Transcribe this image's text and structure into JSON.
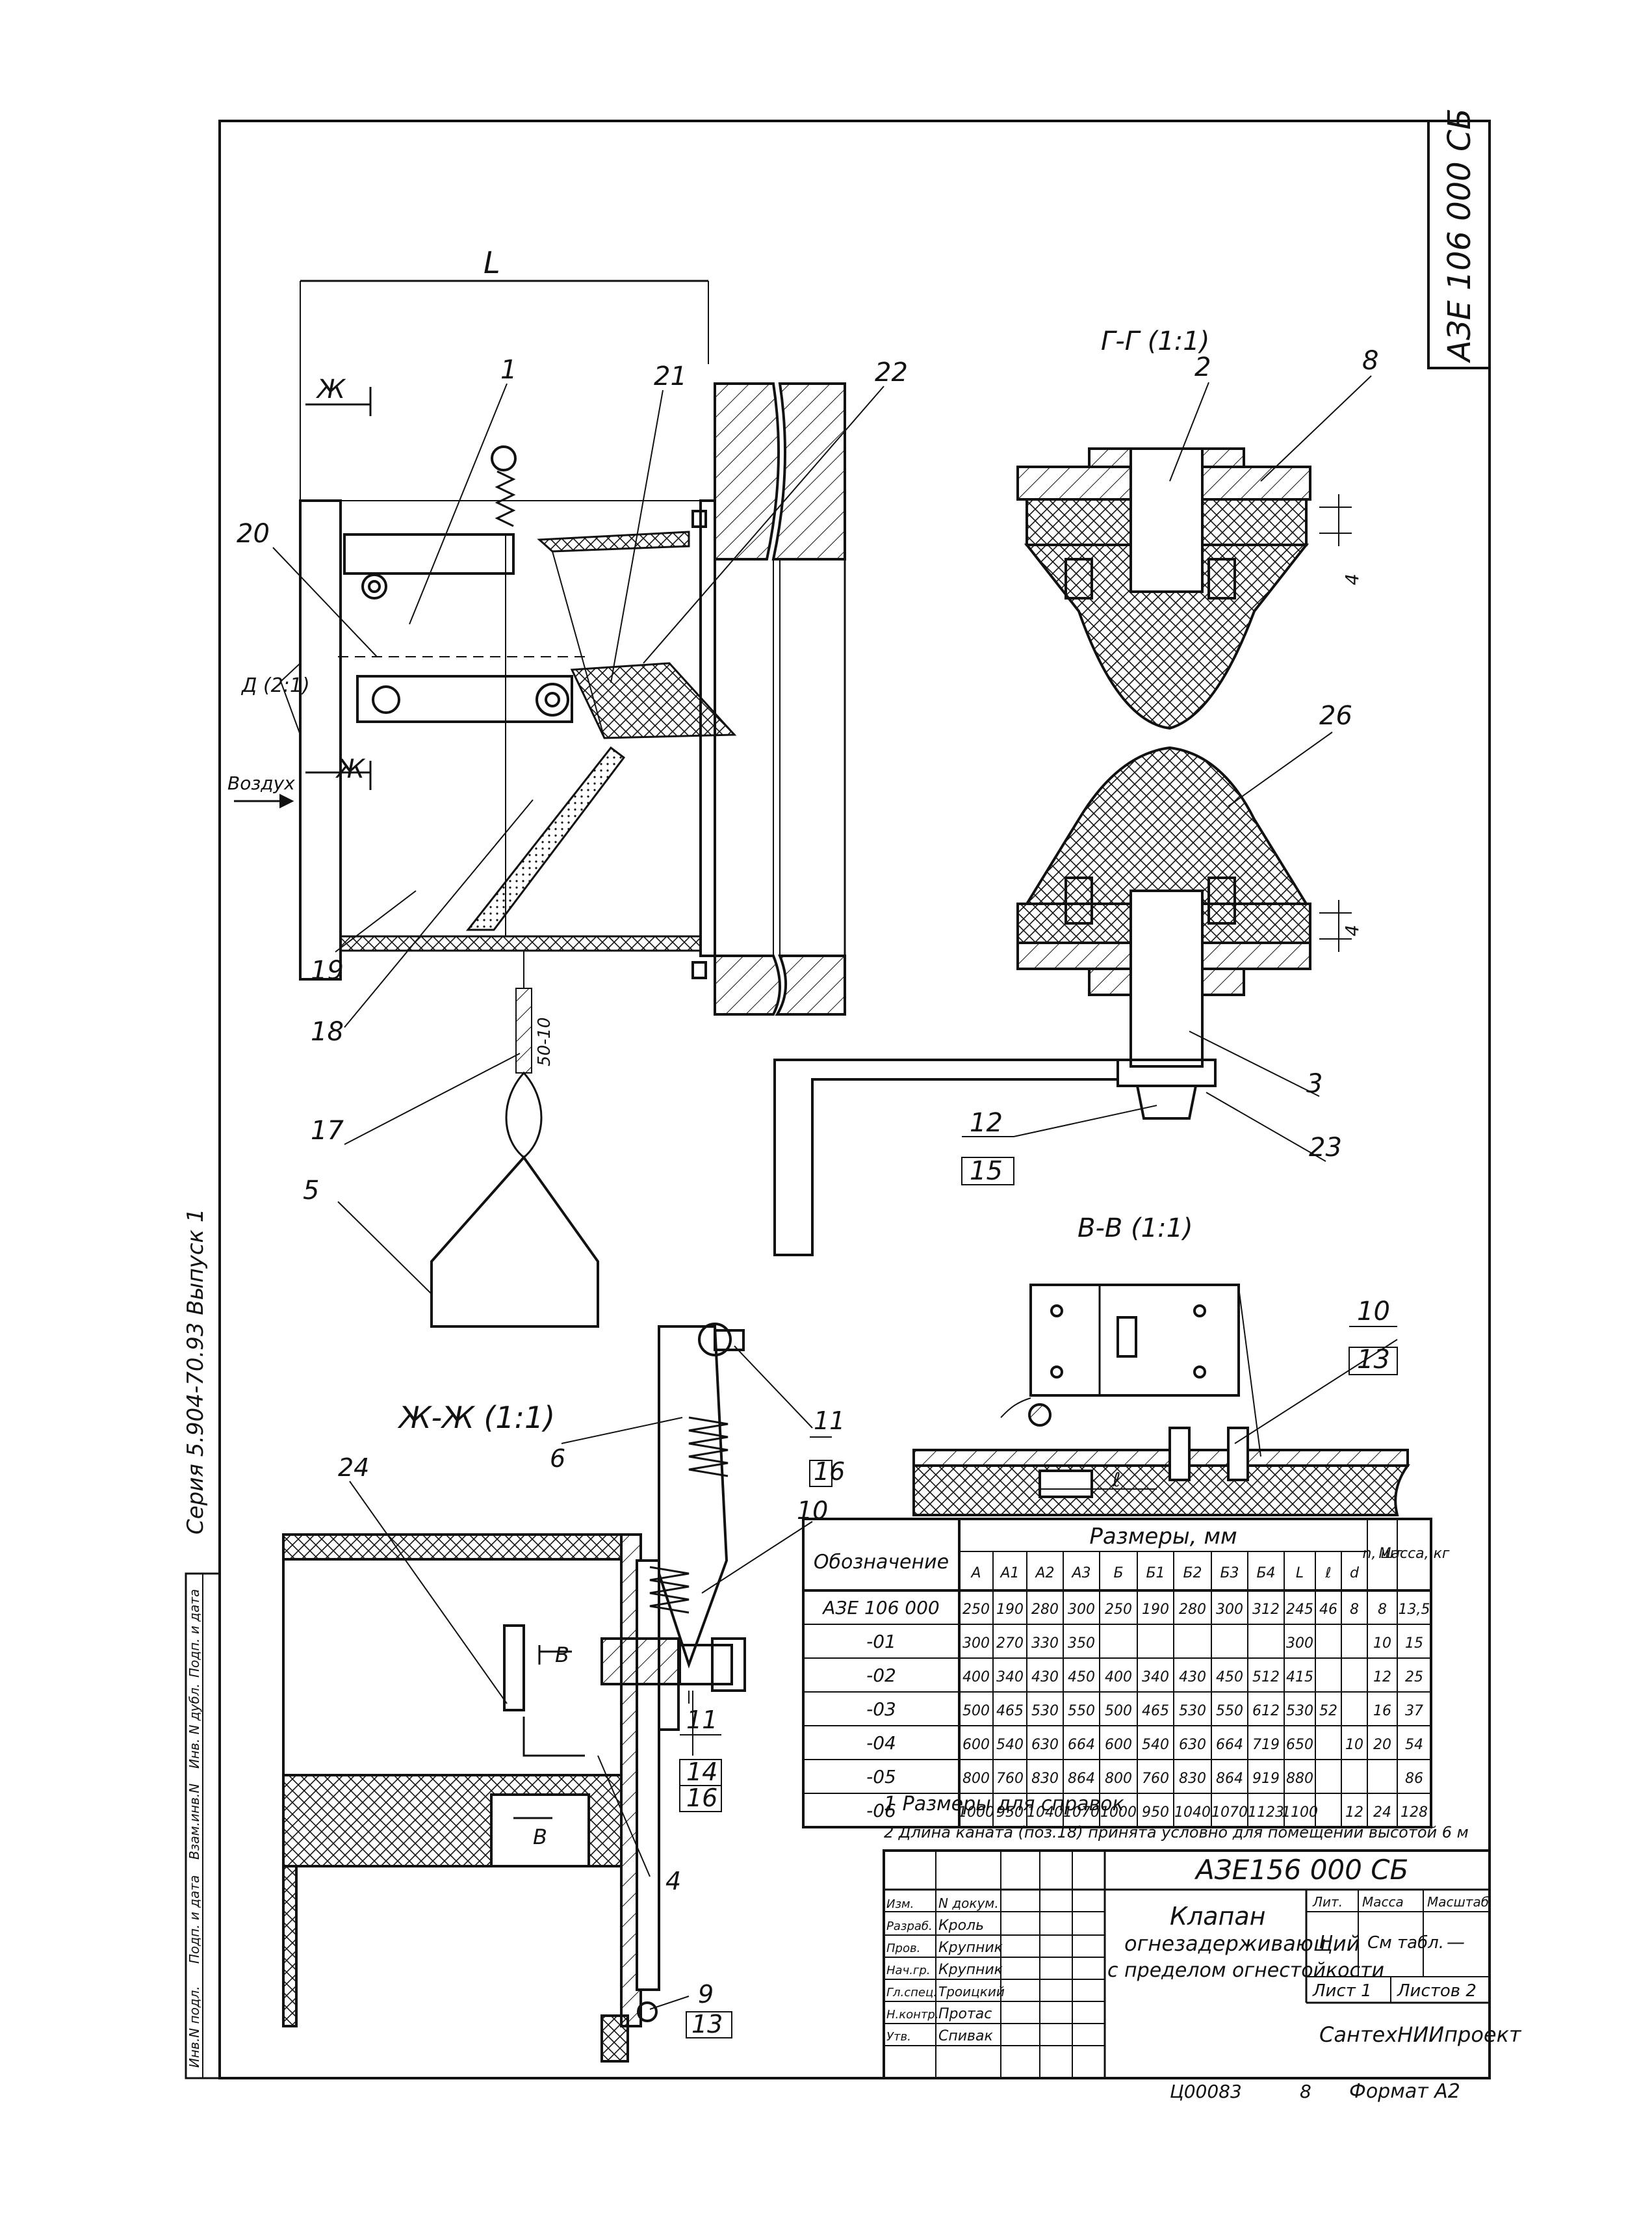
{
  "stamp": {
    "code": "АЗЕ 106 000 СБ"
  },
  "side_strip": {
    "text": "Серия 5.904-70.93  Выпуск 1"
  },
  "left_strip": {
    "labels": [
      "Инв.N подл.",
      "Подп. и дата",
      "Взам.инв.N",
      "Инв. N дубл.",
      "Подп. и дата"
    ]
  },
  "main_view": {
    "dim_L": "L",
    "section_mark": "Ж",
    "view_D": "Д (2:1)",
    "air_label": "Воздух",
    "dim_50_10": "50-10",
    "callouts": [
      "1",
      "20",
      "21",
      "22",
      "19",
      "18",
      "17",
      "5"
    ]
  },
  "view_GG": {
    "title": "Г-Г (1:1)",
    "dim": "4",
    "callouts": [
      "2",
      "8",
      "26",
      "3",
      "23",
      "12",
      "15"
    ]
  },
  "view_VV": {
    "title": "В-В (1:1)",
    "dim": "ℓ",
    "callouts": [
      "10",
      "13"
    ]
  },
  "view_ZhZh": {
    "title": "Ж-Ж (1:1)",
    "marks": [
      "В",
      "В"
    ],
    "callouts": [
      "24",
      "6",
      "11",
      "16",
      "10",
      "11",
      "14",
      "16",
      "4",
      "9",
      "13"
    ]
  },
  "table": {
    "title": "Размеры, мм",
    "col_designation": "Обозначение",
    "columns": [
      "А",
      "А1",
      "А2",
      "А3",
      "Б",
      "Б1",
      "Б2",
      "Б3",
      "Б4",
      "L",
      "ℓ",
      "d",
      "n, шт",
      "Масса, кг"
    ],
    "rows": [
      [
        "АЗЕ 106 000",
        "250",
        "190",
        "280",
        "300",
        "250",
        "190",
        "280",
        "300",
        "312",
        "245",
        "46",
        "8",
        "8",
        "13,5"
      ],
      [
        "-01",
        "300",
        "270",
        "330",
        "350",
        "",
        "",
        "",
        "",
        "",
        "300",
        "",
        "",
        "10",
        "15"
      ],
      [
        "-02",
        "400",
        "340",
        "430",
        "450",
        "400",
        "340",
        "430",
        "450",
        "512",
        "415",
        "",
        "",
        "12",
        "25"
      ],
      [
        "-03",
        "500",
        "465",
        "530",
        "550",
        "500",
        "465",
        "530",
        "550",
        "612",
        "530",
        "52",
        "",
        "16",
        "37"
      ],
      [
        "-04",
        "600",
        "540",
        "630",
        "664",
        "600",
        "540",
        "630",
        "664",
        "719",
        "650",
        "",
        "10",
        "20",
        "54"
      ],
      [
        "-05",
        "800",
        "760",
        "830",
        "864",
        "800",
        "760",
        "830",
        "864",
        "919",
        "880",
        "",
        "",
        "",
        "86"
      ],
      [
        "-06",
        "1000",
        "950",
        "1040",
        "1070",
        "1000",
        "950",
        "1040",
        "1070",
        "1123",
        "1100",
        "",
        "12",
        "24",
        "128"
      ]
    ]
  },
  "notes": [
    "1 Размеры для справок",
    "2 Длина каната (поз.18) принята условно для помещений высотой 6 м"
  ],
  "title_block": {
    "code": "АЗЕ156 000 СБ",
    "name_line1": "Клапан",
    "name_line2": "огнезадерживающий",
    "name_line3": "с пределом огнестойкости",
    "roles": [
      "Изм.",
      "Разраб.",
      "Пров.",
      "Нач.гр.",
      "Гл.спец.",
      "Н.контр.",
      "Утв."
    ],
    "names": [
      "N докум.",
      "Кроль",
      "Крупник",
      "Крупник",
      "Троицкий",
      "Протас",
      "Спивак"
    ],
    "head_lit": "Лит.",
    "head_mass": "Масса",
    "head_scale": "Масштаб",
    "lit_value": "Н",
    "mass_value": "См табл.",
    "scale_value": "—",
    "sheet": "Лист 1",
    "sheets": "Листов 2",
    "org": "СантехНИИпроект"
  },
  "bottom": {
    "inv": "Ц00083",
    "mark": "8",
    "format": "Формат А2"
  }
}
